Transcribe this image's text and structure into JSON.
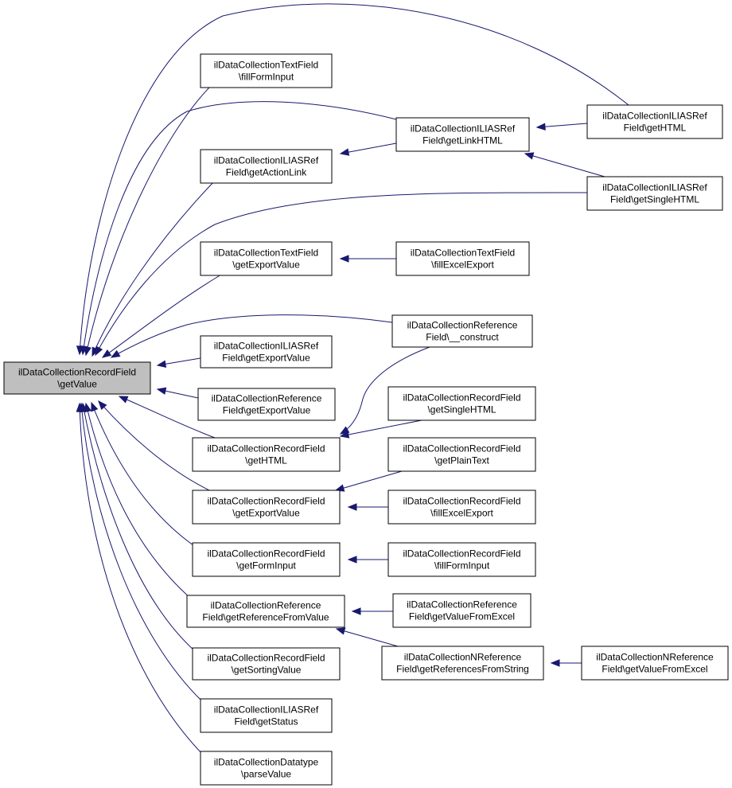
{
  "diagram": {
    "nodes": [
      {
        "id": "root",
        "lines": [
          "ilDataCollectionRecordField",
          "\\getValue"
        ],
        "highlighted": true
      },
      {
        "id": "tf_fill",
        "lines": [
          "ilDataCollectionTextField",
          "\\fillFormInput"
        ]
      },
      {
        "id": "ilias_action",
        "lines": [
          "ilDataCollectionILIASRef",
          "Field\\getActionLink"
        ]
      },
      {
        "id": "tf_export",
        "lines": [
          "ilDataCollectionTextField",
          "\\getExportValue"
        ]
      },
      {
        "id": "ilias_export",
        "lines": [
          "ilDataCollectionILIASRef",
          "Field\\getExportValue"
        ]
      },
      {
        "id": "ref_export",
        "lines": [
          "ilDataCollectionReference",
          "Field\\getExportValue"
        ]
      },
      {
        "id": "rf_html",
        "lines": [
          "ilDataCollectionRecordField",
          "\\getHTML"
        ]
      },
      {
        "id": "rf_export",
        "lines": [
          "ilDataCollectionRecordField",
          "\\getExportValue"
        ]
      },
      {
        "id": "rf_form",
        "lines": [
          "ilDataCollectionRecordField",
          "\\getFormInput"
        ]
      },
      {
        "id": "ref_getref",
        "lines": [
          "ilDataCollectionReference",
          "Field\\getReferenceFromValue"
        ]
      },
      {
        "id": "rf_sort",
        "lines": [
          "ilDataCollectionRecordField",
          "\\getSortingValue"
        ]
      },
      {
        "id": "ilias_status",
        "lines": [
          "ilDataCollectionILIASRef",
          "Field\\getStatus"
        ]
      },
      {
        "id": "dt_parse",
        "lines": [
          "ilDataCollectionDatatype",
          "\\parseValue"
        ]
      },
      {
        "id": "ilias_link",
        "lines": [
          "ilDataCollectionILIASRef",
          "Field\\getLinkHTML"
        ]
      },
      {
        "id": "tf_excel",
        "lines": [
          "ilDataCollectionTextField",
          "\\fillExcelExport"
        ]
      },
      {
        "id": "ref_construct",
        "lines": [
          "ilDataCollectionReference",
          "Field\\__construct"
        ]
      },
      {
        "id": "rf_single",
        "lines": [
          "ilDataCollectionRecordField",
          "\\getSingleHTML"
        ]
      },
      {
        "id": "rf_plain",
        "lines": [
          "ilDataCollectionRecordField",
          "\\getPlainText"
        ]
      },
      {
        "id": "rf_excel",
        "lines": [
          "ilDataCollectionRecordField",
          "\\fillExcelExport"
        ]
      },
      {
        "id": "rf_fillform",
        "lines": [
          "ilDataCollectionRecordField",
          "\\fillFormInput"
        ]
      },
      {
        "id": "ref_fromexcel",
        "lines": [
          "ilDataCollectionReference",
          "Field\\getValueFromExcel"
        ]
      },
      {
        "id": "nref_fromstring",
        "lines": [
          "ilDataCollectionNReference",
          "Field\\getReferencesFromString"
        ]
      },
      {
        "id": "ilias_html",
        "lines": [
          "ilDataCollectionILIASRef",
          "Field\\getHTML"
        ]
      },
      {
        "id": "ilias_single",
        "lines": [
          "ilDataCollectionILIASRef",
          "Field\\getSingleHTML"
        ]
      },
      {
        "id": "nref_fromexcel",
        "lines": [
          "ilDataCollectionNReference",
          "Field\\getValueFromExcel"
        ]
      }
    ],
    "edges": [
      {
        "from": "tf_fill",
        "to": "root"
      },
      {
        "from": "ilias_action",
        "to": "root"
      },
      {
        "from": "tf_export",
        "to": "root"
      },
      {
        "from": "ilias_export",
        "to": "root"
      },
      {
        "from": "ref_export",
        "to": "root"
      },
      {
        "from": "rf_html",
        "to": "root"
      },
      {
        "from": "rf_export",
        "to": "root"
      },
      {
        "from": "rf_form",
        "to": "root"
      },
      {
        "from": "ref_getref",
        "to": "root"
      },
      {
        "from": "rf_sort",
        "to": "root"
      },
      {
        "from": "ilias_status",
        "to": "root"
      },
      {
        "from": "dt_parse",
        "to": "root"
      },
      {
        "from": "ilias_link",
        "to": "root"
      },
      {
        "from": "ilias_html",
        "to": "root"
      },
      {
        "from": "ilias_single",
        "to": "root"
      },
      {
        "from": "ref_construct",
        "to": "root"
      },
      {
        "from": "ilias_link",
        "to": "ilias_action"
      },
      {
        "from": "ilias_html",
        "to": "ilias_link"
      },
      {
        "from": "ilias_single",
        "to": "ilias_link"
      },
      {
        "from": "tf_excel",
        "to": "tf_export"
      },
      {
        "from": "ref_construct",
        "to": "rf_html"
      },
      {
        "from": "rf_single",
        "to": "rf_html"
      },
      {
        "from": "rf_plain",
        "to": "rf_export"
      },
      {
        "from": "rf_excel",
        "to": "rf_export"
      },
      {
        "from": "rf_fillform",
        "to": "rf_form"
      },
      {
        "from": "ref_fromexcel",
        "to": "ref_getref"
      },
      {
        "from": "nref_fromstring",
        "to": "ref_getref"
      },
      {
        "from": "nref_fromexcel",
        "to": "nref_fromstring"
      }
    ]
  }
}
